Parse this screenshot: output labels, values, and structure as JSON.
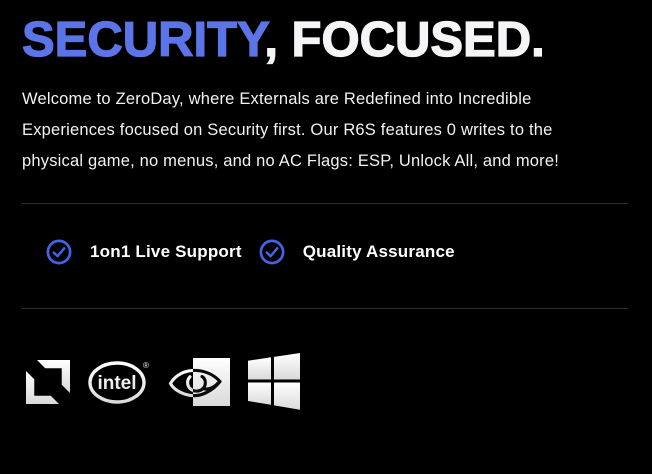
{
  "page": {
    "background_color": "#000000"
  },
  "hero": {
    "title_highlight": "SECURITY",
    "title_rest": ", FOCUSED.",
    "highlight_color": "#5b74e8",
    "title_rest_color": "#f5f4f6",
    "description": "Welcome to ZeroDay, where Externals are Redefined into Incredible Experiences focused on Security first. Our R6S features 0 writes to the physical game, no menus, and no AC Flags: ESP, Unlock All, and more!"
  },
  "features": {
    "accent_color": "#4463e4",
    "items": [
      {
        "icon": "check-circle",
        "label": "1on1 Live Support"
      },
      {
        "icon": "check-circle",
        "label": "Quality Assurance"
      }
    ]
  },
  "brands": {
    "logo_color": "#ededed",
    "items": [
      {
        "name": "AMD"
      },
      {
        "name": "Intel",
        "text": "intel",
        "reg_mark": "®"
      },
      {
        "name": "NVIDIA"
      },
      {
        "name": "Windows"
      }
    ]
  }
}
